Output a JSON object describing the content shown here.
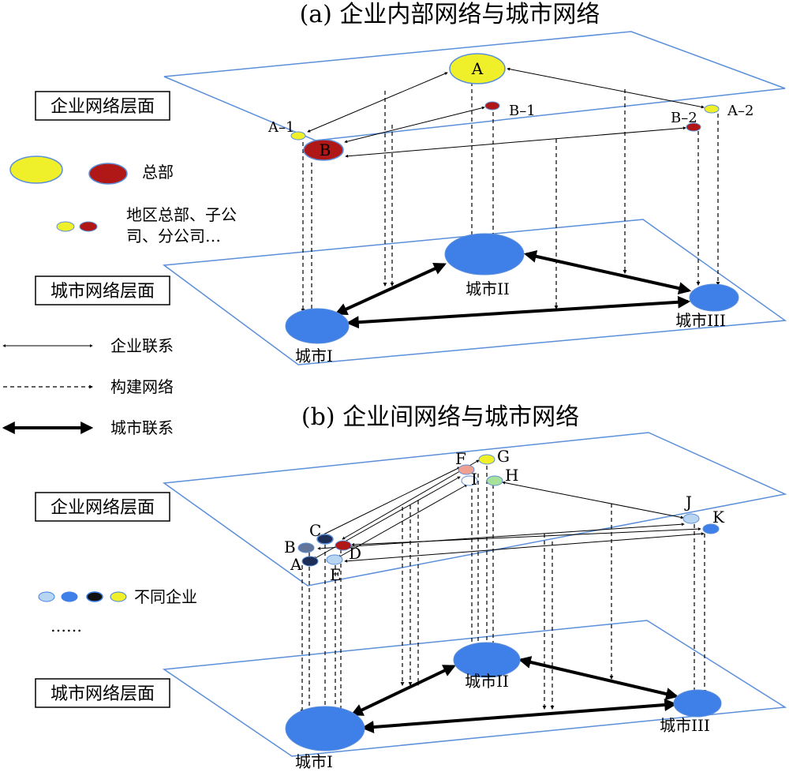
{
  "panel_a": {
    "title": "(a) 企业内部网络与城市网络",
    "enterprise_layer_label": "企业网络层面",
    "city_layer_label": "城市网络层面",
    "nodes": {
      "A": "A",
      "B": "B",
      "A1": "A–1",
      "B1": "B–1",
      "A2": "A–2",
      "B2": "B–2"
    },
    "cities": {
      "c1": "城市I",
      "c2": "城市II",
      "c3": "城市III"
    }
  },
  "panel_b": {
    "title": "(b) 企业间网络与城市网络",
    "enterprise_layer_label": "企业网络层面",
    "city_layer_label": "城市网络层面",
    "nodes": {
      "A": "A",
      "B": "B",
      "C": "C",
      "D": "D",
      "E": "E",
      "F": "F",
      "G": "G",
      "H": "H",
      "I": "I",
      "J": "J",
      "K": "K"
    },
    "cities": {
      "c1": "城市I",
      "c2": "城市II",
      "c3": "城市III"
    }
  },
  "legend": {
    "headquarters": "总部",
    "regional_line1": "地区总部、子公",
    "regional_line2": "司、分公司…",
    "enterprise_link": "企业联系",
    "network_building": "构建网络",
    "city_link": "城市联系",
    "different_firms": "不同企业",
    "ellipsis": "……"
  },
  "colors": {
    "plane_border": "#5b8fd9",
    "city_fill": "#3f7fe8",
    "yellow": "#f0f02a",
    "red": "#b01818",
    "light_blue": "#b8d6f2",
    "blue": "#3f7fe8",
    "dark_navy": "#1c2d58",
    "gray_blue": "#62759a",
    "salmon": "#f0a090",
    "light_green": "#a8e29a"
  }
}
